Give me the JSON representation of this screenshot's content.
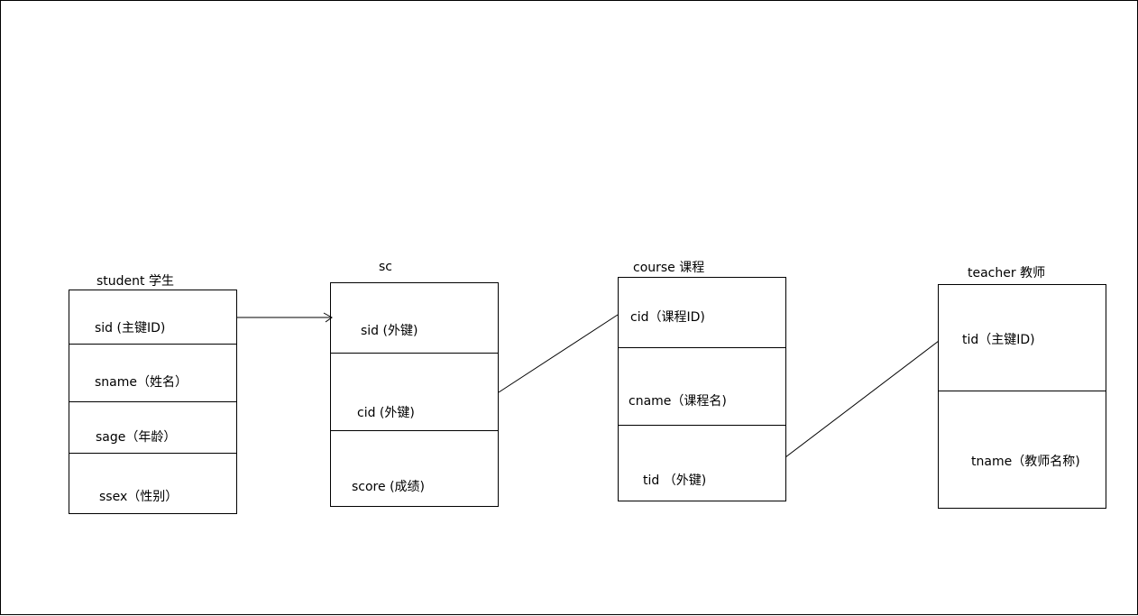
{
  "tables": {
    "student": {
      "title": "student  学生",
      "fields": [
        "sid (主键ID)",
        "sname（姓名）",
        "sage（年龄）",
        "ssex（性别）"
      ]
    },
    "sc": {
      "title": "sc",
      "fields": [
        "sid (外键)",
        "cid (外键)",
        "score (成绩)"
      ]
    },
    "course": {
      "title": "course 课程",
      "fields": [
        "cid（课程ID)",
        "cname（课程名)",
        "tid （外键)"
      ]
    },
    "teacher": {
      "title": "teacher  教师",
      "fields": [
        "tid（主键ID)",
        "tname（教师名称)"
      ]
    }
  }
}
